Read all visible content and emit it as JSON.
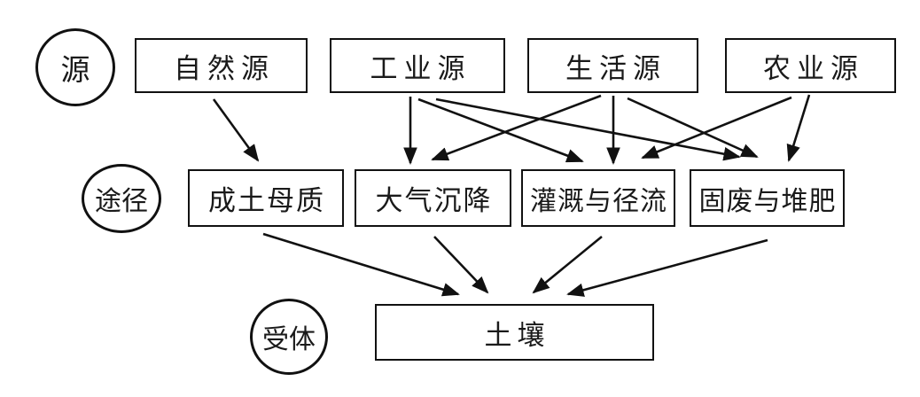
{
  "diagram": {
    "row_labels": {
      "sources": "源",
      "pathways": "途径",
      "receptor": "受体"
    },
    "nodes": {
      "natural-source": "自然源",
      "industrial-source": "工业源",
      "domestic-source": "生活源",
      "agricultural-source": "农业源",
      "soil-parent-material": "成土母质",
      "atmospheric-deposition": "大气沉降",
      "irrigation-and-runoff": "灌溉与径流",
      "solid-waste-and-compost": "固废与堆肥",
      "soil": "土壤"
    },
    "edges": [
      {
        "from": "natural-source",
        "to": "soil-parent-material"
      },
      {
        "from": "industrial-source",
        "to": "atmospheric-deposition"
      },
      {
        "from": "industrial-source",
        "to": "irrigation-and-runoff"
      },
      {
        "from": "industrial-source",
        "to": "solid-waste-and-compost"
      },
      {
        "from": "domestic-source",
        "to": "atmospheric-deposition"
      },
      {
        "from": "domestic-source",
        "to": "irrigation-and-runoff"
      },
      {
        "from": "domestic-source",
        "to": "solid-waste-and-compost"
      },
      {
        "from": "agricultural-source",
        "to": "irrigation-and-runoff"
      },
      {
        "from": "agricultural-source",
        "to": "solid-waste-and-compost"
      },
      {
        "from": "soil-parent-material",
        "to": "soil"
      },
      {
        "from": "atmospheric-deposition",
        "to": "soil"
      },
      {
        "from": "irrigation-and-runoff",
        "to": "soil"
      },
      {
        "from": "solid-waste-and-compost",
        "to": "soil"
      }
    ],
    "colors": {
      "line": "#111111",
      "background": "#ffffff"
    }
  }
}
